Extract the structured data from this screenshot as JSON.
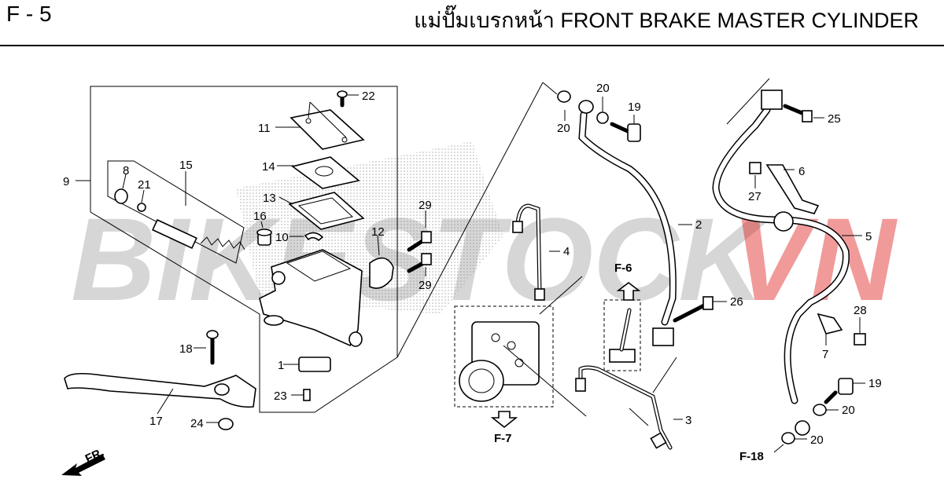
{
  "header": {
    "page_code": "F - 5",
    "title": "แม่ปั๊มเบรกหน้า  FRONT BRAKE MASTER CYLINDER"
  },
  "watermark": {
    "left_text": "BIKESTOCK",
    "right_text": "VN",
    "left_color": "#8a8a8a",
    "right_color": "#e02020"
  },
  "callouts": {
    "p1": "1",
    "p2": "2",
    "p3": "3",
    "p4": "4",
    "p5": "5",
    "p6": "6",
    "p7": "7",
    "p8": "8",
    "p9": "9",
    "p10": "10",
    "p11": "11",
    "p12": "12",
    "p13": "13",
    "p14": "14",
    "p15": "15",
    "p16": "16",
    "p17": "17",
    "p18": "18",
    "p19a": "19",
    "p19b": "19",
    "p20a": "20",
    "p20b": "20",
    "p20c": "20",
    "p20d": "20",
    "p21": "21",
    "p22": "22",
    "p23": "23",
    "p24": "24",
    "p25": "25",
    "p26": "26",
    "p27": "27",
    "p28": "28",
    "p29a": "29",
    "p29b": "29"
  },
  "refs": {
    "f6": "F-6",
    "f7": "F-7",
    "f18": "F-18",
    "front": "FR."
  }
}
